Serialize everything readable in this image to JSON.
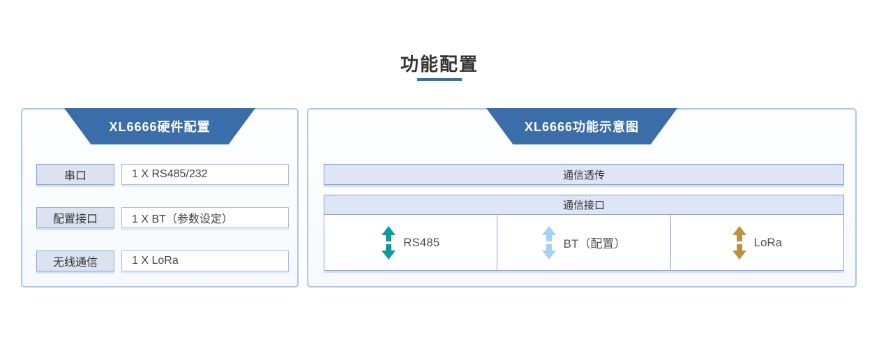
{
  "page": {
    "title": "功能配置"
  },
  "colors": {
    "header_blue": "#3B6EA8",
    "panel_border": "#A9C6EE",
    "title_underline": "#3A6FA5",
    "box_fill": "#DCE3F0",
    "bar_fill": "#DCE6F4",
    "arrow_teal": "#0E9A9A",
    "arrow_light_blue": "#A5D2F2",
    "arrow_gold": "#BE9140"
  },
  "hardware_panel": {
    "header": "XL6666硬件配置",
    "rows": [
      {
        "label": "串口",
        "value": "1 X RS485/232"
      },
      {
        "label": "配置接口",
        "value": "1 X BT（参数设定）"
      },
      {
        "label": "无线通信",
        "value": "1 X LoRa"
      }
    ]
  },
  "function_panel": {
    "header": "XL6666功能示意图",
    "passthrough_bar": "通信透传",
    "interface_table": {
      "header": "通信接口",
      "cells": [
        {
          "label": "RS485",
          "icon": "double-vertical-arrow",
          "arrow_color": "#0E9A9A"
        },
        {
          "label": "BT（配置）",
          "icon": "double-vertical-arrow",
          "arrow_color": "#A5D2F2"
        },
        {
          "label": "LoRa",
          "icon": "double-vertical-arrow",
          "arrow_color": "#BE9140"
        }
      ]
    }
  }
}
